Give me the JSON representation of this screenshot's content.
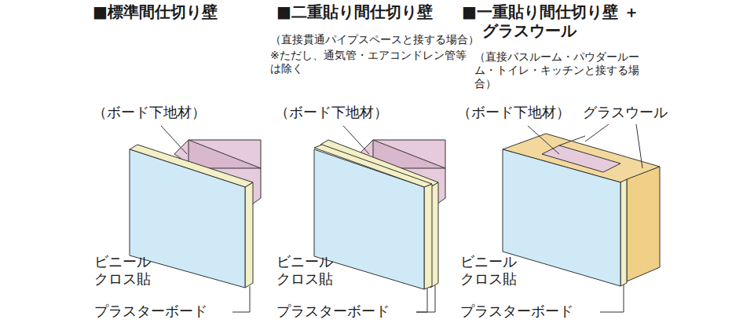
{
  "diagram": {
    "labels": [
      "■標準間仕切り壁",
      "■二重貼り間仕切り壁",
      "■一重貼り間仕切り壁 ＋グラスウール",
      "（直接貫通パイプスペースと接する場合）",
      "※ただし、通気管・エアコンドレン管等は除く",
      "（直接バスルーム・パウダールーム・トイレ・キッチンと接する場合）",
      "（ボード下地材）",
      "（ボード下地材）",
      "（ボード下地材）",
      "グラスウール",
      "ビニール クロス貼",
      "ビニール クロス貼",
      "ビニール クロス貼",
      "プラスターボード",
      "プラスターボード",
      "プラスターボード"
    ]
  }
}
